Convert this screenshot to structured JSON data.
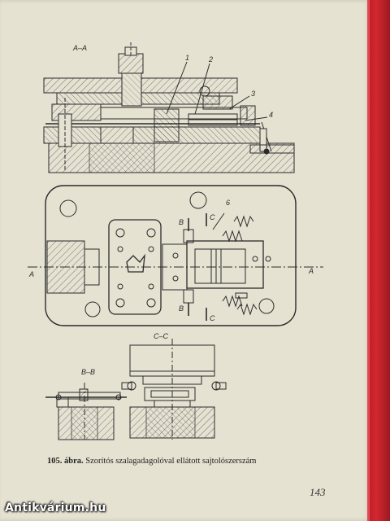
{
  "section_labels": {
    "aa": "A–A",
    "bb": "B–B",
    "cc": "C–C"
  },
  "part_numbers": [
    "1",
    "2",
    "3",
    "4",
    "6"
  ],
  "plan_labels": {
    "a_left": "A",
    "a_right": "A",
    "b_top": "B",
    "b_bottom": "B",
    "c_top": "C",
    "c_bottom": "C"
  },
  "caption": {
    "number": "105. ábra.",
    "text": " Szorítós szalagadagolóval ellátott sajtolószerszám"
  },
  "page_number": "143",
  "watermark": "Antikvárium.hu"
}
